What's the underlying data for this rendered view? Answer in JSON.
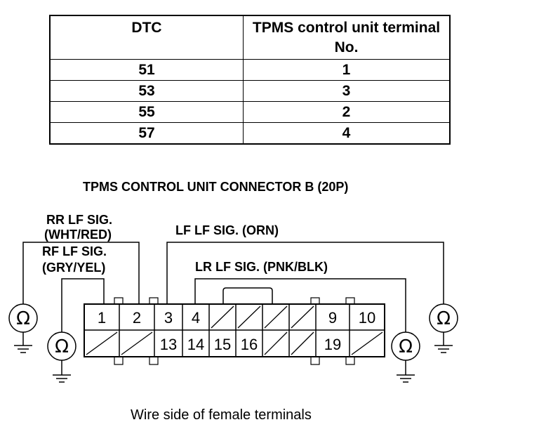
{
  "table": {
    "headers": [
      "DTC",
      "TPMS control unit terminal No."
    ],
    "rows": [
      {
        "dtc": "51",
        "terminal": "1"
      },
      {
        "dtc": "53",
        "terminal": "3"
      },
      {
        "dtc": "55",
        "terminal": "2"
      },
      {
        "dtc": "57",
        "terminal": "4"
      }
    ]
  },
  "connector": {
    "title": "TPMS CONTROL UNIT CONNECTOR B (20P)",
    "caption": "Wire side of female terminals",
    "top_row": [
      "1",
      "2",
      "3",
      "4",
      "",
      "",
      "",
      "",
      "9",
      "10"
    ],
    "bottom_row": [
      "",
      "",
      "13",
      "14",
      "15",
      "16",
      "",
      "",
      "19",
      ""
    ]
  },
  "labels": {
    "rr_line1": "RR LF SIG.",
    "rr_line2": "(WHT/RED)",
    "rf_line1": "RF LF SIG.",
    "rf_line2": "(GRY/YEL)",
    "lf": "LF LF SIG. (ORN)",
    "lr": "LR LF SIG. (PNK/BLK)"
  },
  "meter_symbol": "Ω"
}
